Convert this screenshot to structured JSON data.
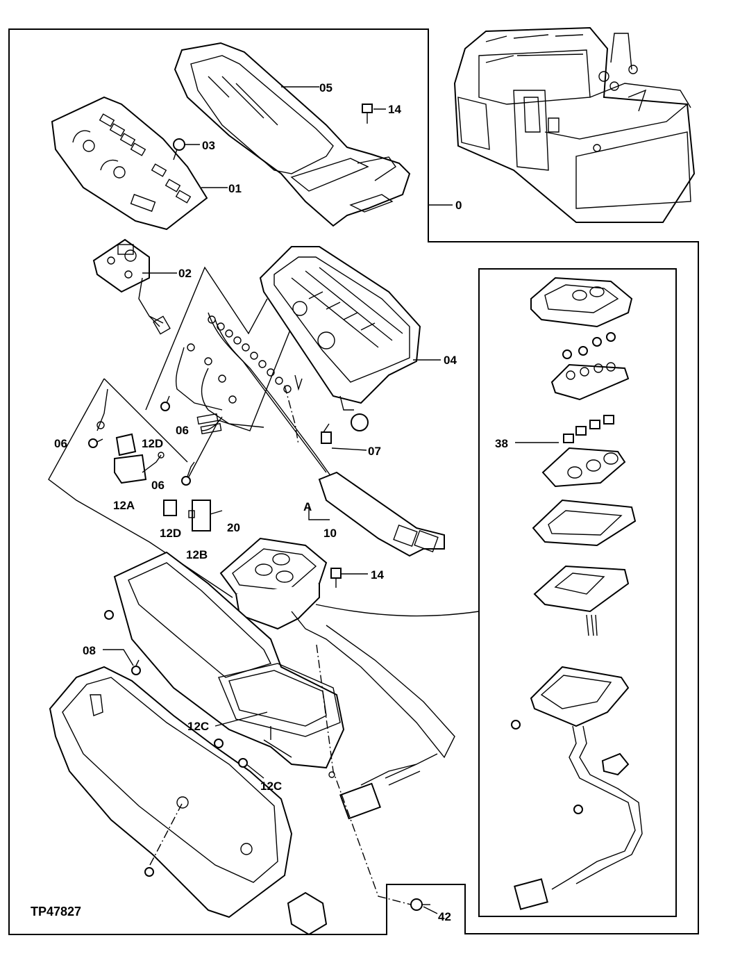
{
  "figure": {
    "reference": "TP47827"
  },
  "callouts": {
    "c0": "0",
    "c01": "01",
    "c02": "02",
    "c03": "03",
    "c04": "04",
    "c05": "05",
    "c06a": "06",
    "c06b": "06",
    "c06c": "06",
    "c07": "07",
    "c08": "08",
    "c10": "10",
    "cA": "A",
    "c12A": "12A",
    "c12B": "12B",
    "c12C1": "12C",
    "c12C2": "12C",
    "c12D1": "12D",
    "c12D2": "12D",
    "c14a": "14",
    "c14b": "14",
    "c20": "20",
    "c38": "38",
    "c42": "42"
  }
}
